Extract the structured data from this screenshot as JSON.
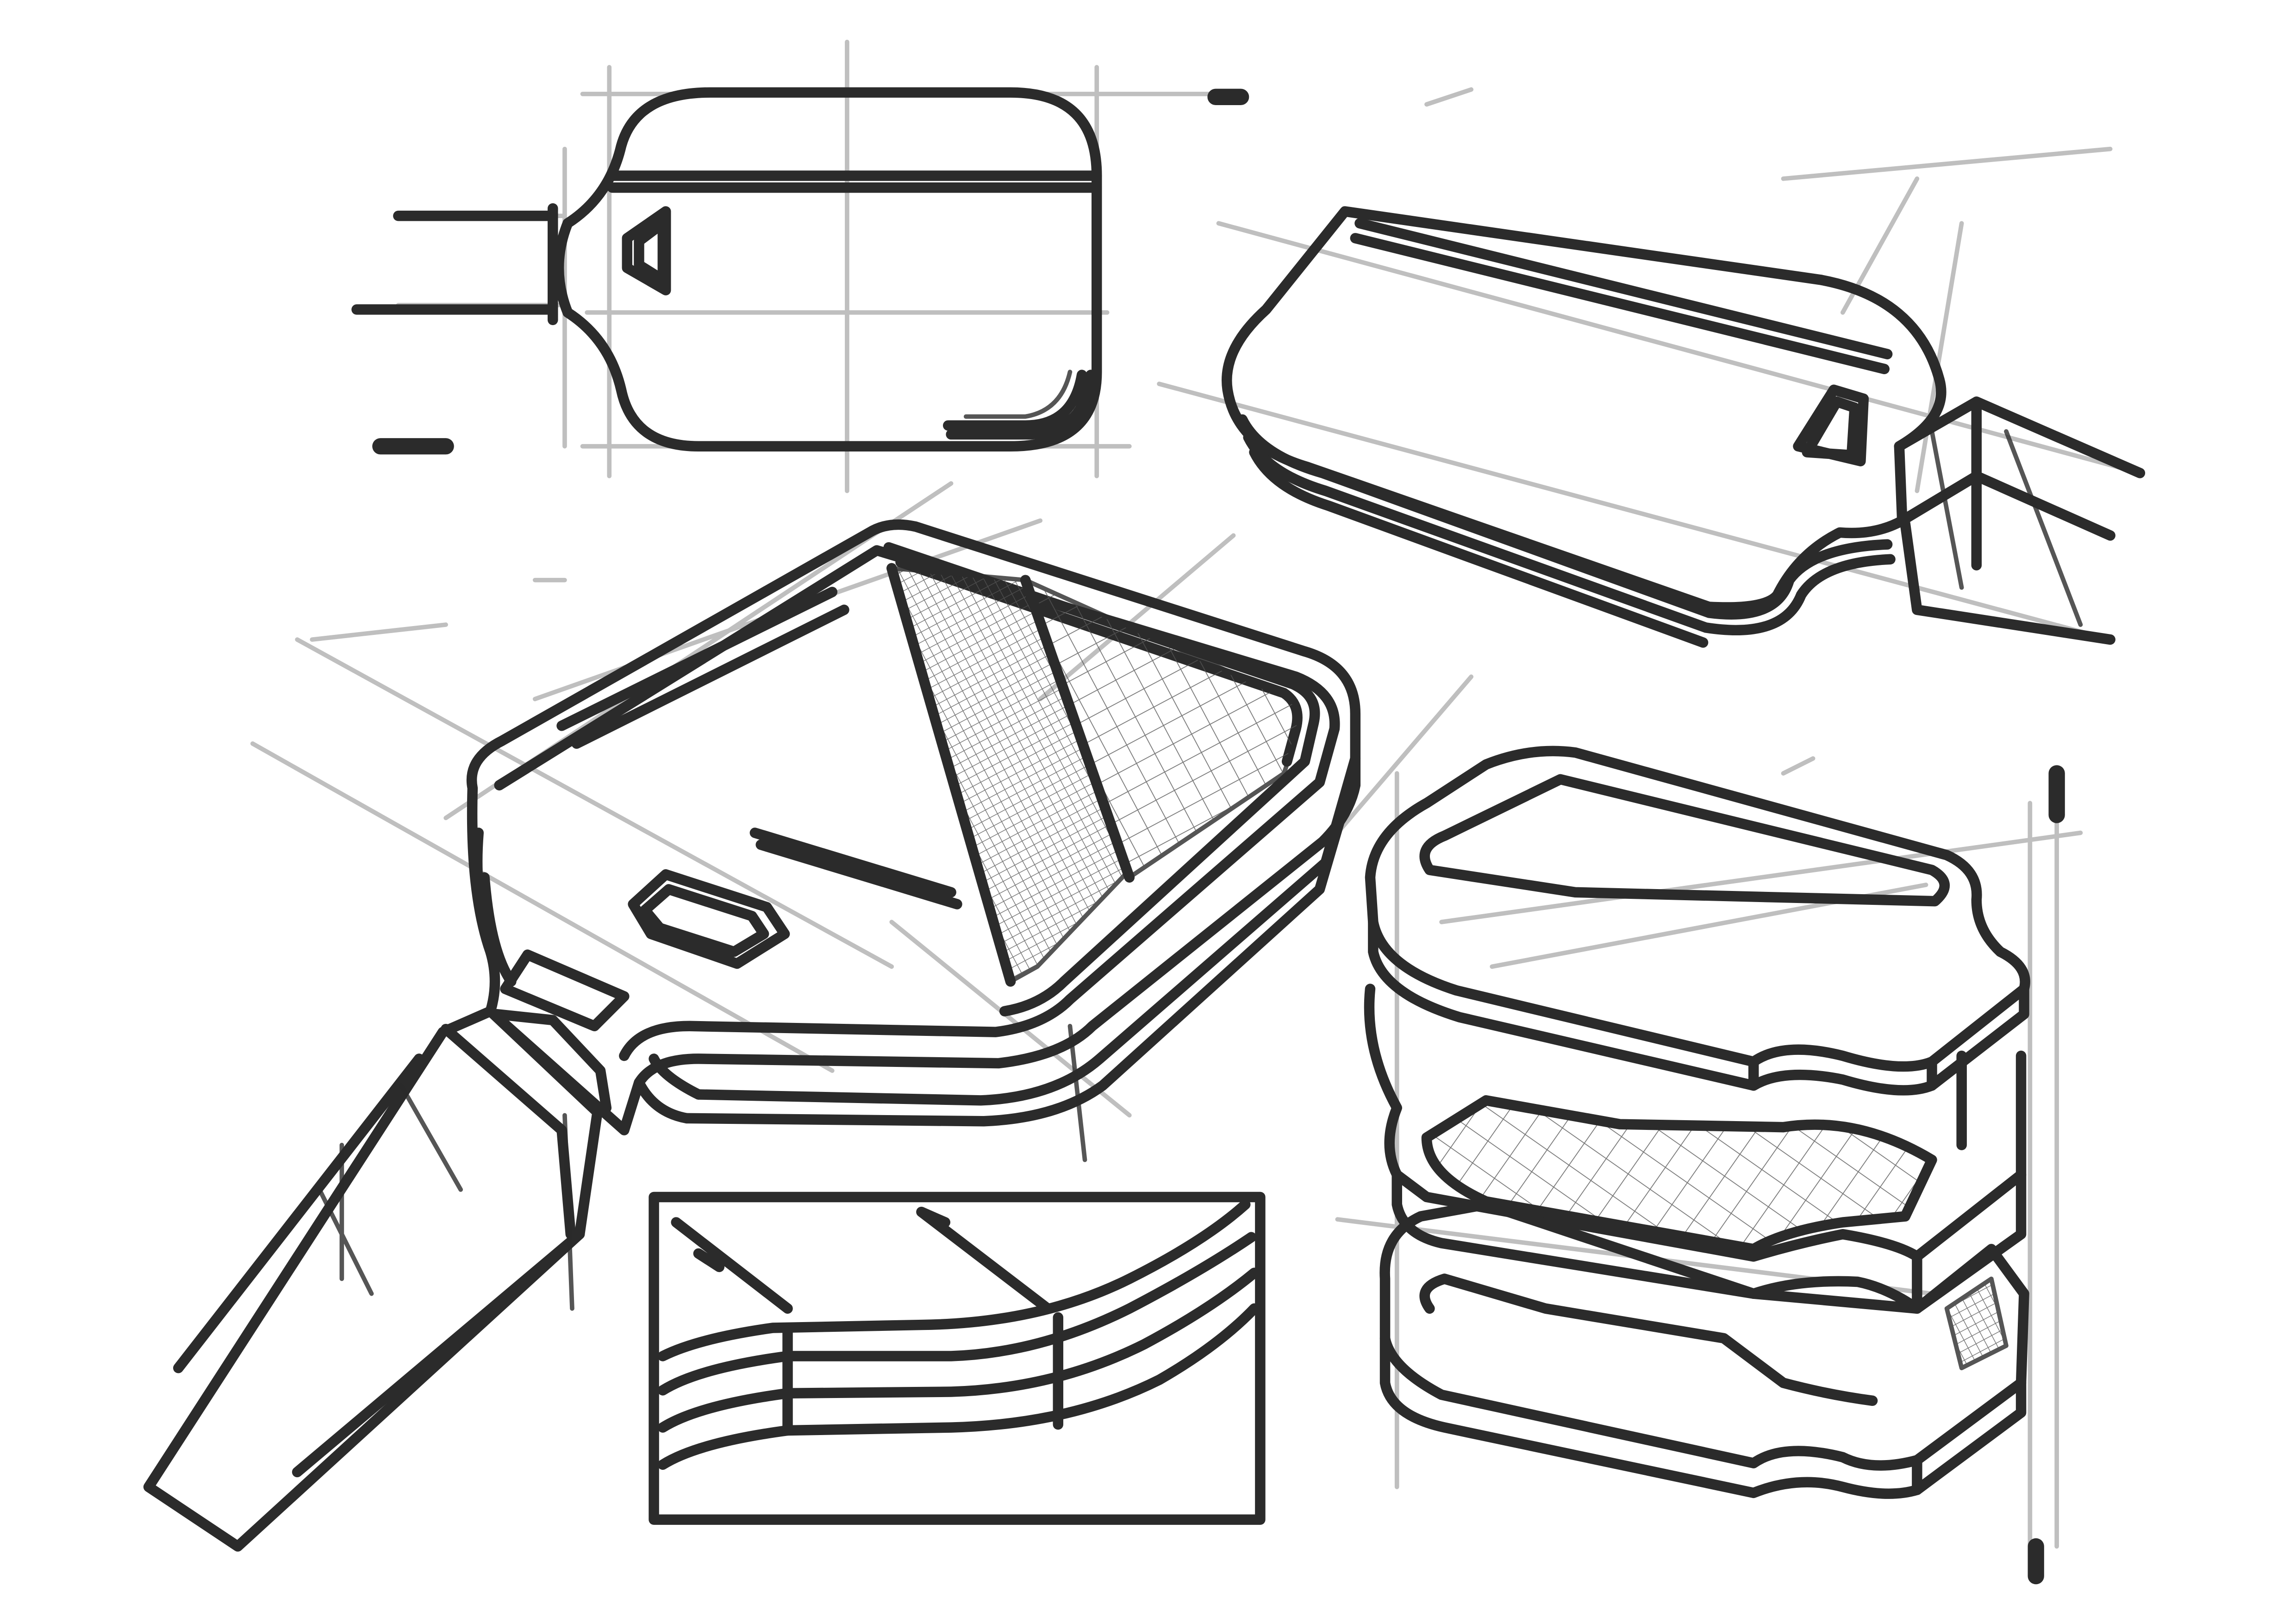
{
  "sheet": {
    "paper_color": "#ffffff",
    "ink_color": "#2b2b2b",
    "guide_color": "#8a8a8a",
    "hatch_color": "#555555"
  },
  "parts": [
    "top-view-sketch",
    "three-quarter-top-sketch",
    "main-perspective-sketch",
    "edge-detail-sketch",
    "stacked-trays-sketch"
  ]
}
